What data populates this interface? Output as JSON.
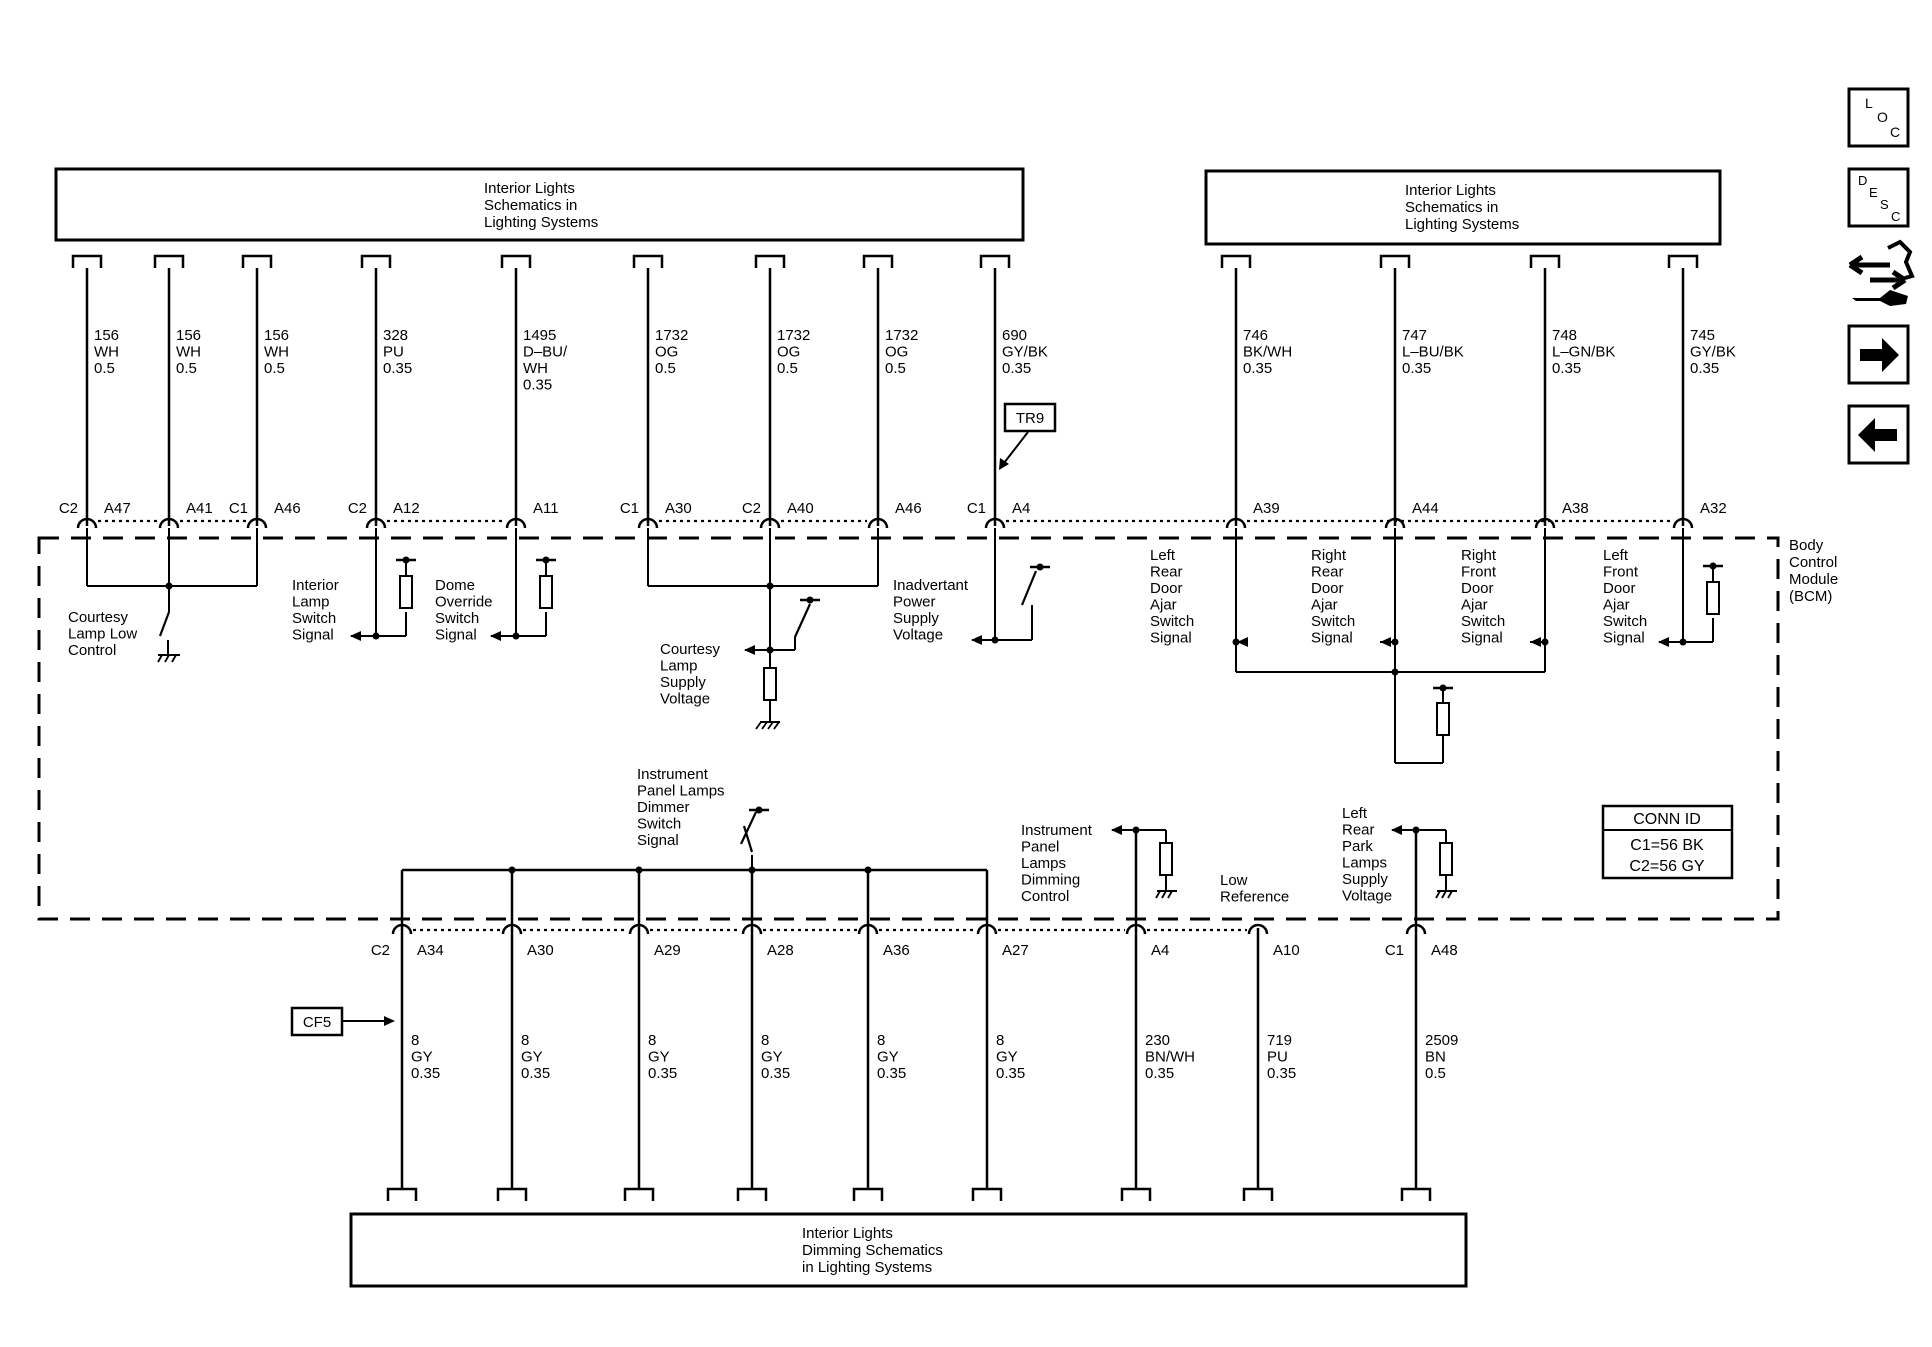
{
  "top_left_box": {
    "lines": [
      "Interior Lights",
      "Schematics in",
      "Lighting Systems"
    ]
  },
  "top_right_box": {
    "lines": [
      "Interior Lights",
      "Schematics in",
      "Lighting Systems"
    ]
  },
  "bottom_box": {
    "lines": [
      "Interior Lights",
      "Dimming Schematics",
      "in Lighting Systems"
    ]
  },
  "module_label": {
    "lines": [
      "Body",
      "Control",
      "Module",
      "(BCM)"
    ]
  },
  "conn_id": {
    "title": "CONN ID",
    "c1": "C1=56 BK",
    "c2": "C2=56 GY"
  },
  "references": {
    "tr9": "TR9",
    "cf5": "CF5"
  },
  "nav_buttons": [
    {
      "name": "loc",
      "letters": [
        "L",
        "O",
        "C"
      ],
      "icon": "loc-icon"
    },
    {
      "name": "desc",
      "letters": [
        "D",
        "E",
        "S",
        "C"
      ],
      "icon": "desc-icon"
    },
    {
      "name": "wrench",
      "icon": "wrench-arrows-icon"
    },
    {
      "name": "next",
      "icon": "arrow-right-icon"
    },
    {
      "name": "prev",
      "icon": "arrow-left-icon"
    }
  ],
  "top_wires": [
    {
      "circuit": "156",
      "color": "WH",
      "gauge": "0.5",
      "conn": "C2",
      "pin": "A47"
    },
    {
      "circuit": "156",
      "color": "WH",
      "gauge": "0.5",
      "conn": "",
      "pin": "A41"
    },
    {
      "circuit": "156",
      "color": "WH",
      "gauge": "0.5",
      "conn": "C1",
      "pin": "A46"
    },
    {
      "circuit": "328",
      "color": "PU",
      "gauge": "0.35",
      "conn": "C2",
      "pin": "A12"
    },
    {
      "circuit": "1495",
      "color": "D–BU/",
      "color2": "WH",
      "gauge": "0.35",
      "conn": "",
      "pin": "A11"
    },
    {
      "circuit": "1732",
      "color": "OG",
      "gauge": "0.5",
      "conn": "C1",
      "pin": "A30"
    },
    {
      "circuit": "1732",
      "color": "OG",
      "gauge": "0.5",
      "conn": "C2",
      "pin": "A40"
    },
    {
      "circuit": "1732",
      "color": "OG",
      "gauge": "0.5",
      "conn": "",
      "pin": "A46"
    },
    {
      "circuit": "690",
      "color": "GY/BK",
      "gauge": "0.35",
      "conn": "C1",
      "pin": "A4"
    },
    {
      "circuit": "746",
      "color": "BK/WH",
      "gauge": "0.35",
      "conn": "",
      "pin": "A39"
    },
    {
      "circuit": "747",
      "color": "L–BU/BK",
      "gauge": "0.35",
      "conn": "",
      "pin": "A44"
    },
    {
      "circuit": "748",
      "color": "L–GN/BK",
      "gauge": "0.35",
      "conn": "",
      "pin": "A38"
    },
    {
      "circuit": "745",
      "color": "GY/BK",
      "gauge": "0.35",
      "conn": "",
      "pin": "A32"
    }
  ],
  "bottom_wires": [
    {
      "circuit": "8",
      "color": "GY",
      "gauge": "0.35",
      "conn": "C2",
      "pin": "A34"
    },
    {
      "circuit": "8",
      "color": "GY",
      "gauge": "0.35",
      "conn": "",
      "pin": "A30"
    },
    {
      "circuit": "8",
      "color": "GY",
      "gauge": "0.35",
      "conn": "",
      "pin": "A29"
    },
    {
      "circuit": "8",
      "color": "GY",
      "gauge": "0.35",
      "conn": "",
      "pin": "A28"
    },
    {
      "circuit": "8",
      "color": "GY",
      "gauge": "0.35",
      "conn": "",
      "pin": "A36"
    },
    {
      "circuit": "8",
      "color": "GY",
      "gauge": "0.35",
      "conn": "",
      "pin": "A27"
    },
    {
      "circuit": "230",
      "color": "BN/WH",
      "gauge": "0.35",
      "conn": "",
      "pin": "A4"
    },
    {
      "circuit": "719",
      "color": "PU",
      "gauge": "0.35",
      "conn": "",
      "pin": "A10"
    },
    {
      "circuit": "2509",
      "color": "BN",
      "gauge": "0.5",
      "conn": "C1",
      "pin": "A48"
    }
  ],
  "internal_labels": {
    "courtesy_low": [
      "Courtesy",
      "Lamp Low",
      "Control"
    ],
    "interior_lamp": [
      "Interior",
      "Lamp",
      "Switch",
      "Signal"
    ],
    "dome_override": [
      "Dome",
      "Override",
      "Switch",
      "Signal"
    ],
    "courtesy_supply": [
      "Courtesy",
      "Lamp",
      "Supply",
      "Voltage"
    ],
    "inadvertant": [
      "Inadvertant",
      "Power",
      "Supply",
      "Voltage"
    ],
    "left_rear_door": [
      "Left",
      "Rear",
      "Door",
      "Ajar",
      "Switch",
      "Signal"
    ],
    "right_rear_door": [
      "Right",
      "Rear",
      "Door",
      "Ajar",
      "Switch",
      "Signal"
    ],
    "right_front_door": [
      "Right",
      "Front",
      "Door",
      "Ajar",
      "Switch",
      "Signal"
    ],
    "left_front_door": [
      "Left",
      "Front",
      "Door",
      "Ajar",
      "Switch",
      "Signal"
    ],
    "ip_dimmer": [
      "Instrument",
      "Panel Lamps",
      "Dimmer",
      "Switch",
      "Signal"
    ],
    "ip_dimming": [
      "Instrument",
      "Panel",
      "Lamps",
      "Dimming",
      "Control"
    ],
    "low_ref": [
      "Low",
      "Reference"
    ],
    "left_rear_park": [
      "Left",
      "Rear",
      "Park",
      "Lamps",
      "Supply",
      "Voltage"
    ]
  }
}
